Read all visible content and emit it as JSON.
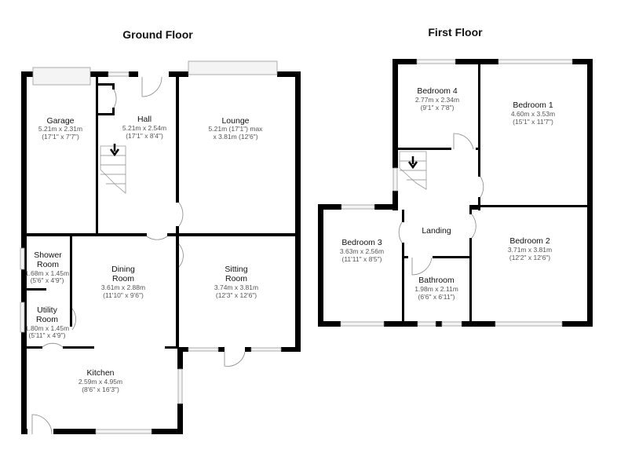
{
  "floors": [
    {
      "title": "Ground Floor",
      "rooms": [
        {
          "name": "Garage",
          "dim1": "5.21m x 2.31m",
          "dim2": "(17'1\" x 7'7\")"
        },
        {
          "name": "Hall",
          "dim1": "5.21m x 2.54m",
          "dim2": "(17'1\" x 8'4\")"
        },
        {
          "name": "Lounge",
          "dim1": "5.21m (17'1\") max",
          "dim2": "x 3.81m (12'6\")"
        },
        {
          "name": "Shower",
          "name2": "Room",
          "dim1": "1.68m x 1.45m",
          "dim2": "(5'6\" x 4'9\")"
        },
        {
          "name": "Dining",
          "name2": "Room",
          "dim1": "3.61m x 2.88m",
          "dim2": "(11'10\" x 9'6\")"
        },
        {
          "name": "Sitting",
          "name2": "Room",
          "dim1": "3.74m x 3.81m",
          "dim2": "(12'3\" x 12'6\")"
        },
        {
          "name": "Utility",
          "name2": "Room",
          "dim1": "1.80m x 1.45m",
          "dim2": "(5'11\" x 4'9\")"
        },
        {
          "name": "Kitchen",
          "dim1": "2.59m x 4.95m",
          "dim2": "(8'6\" x 16'3\")"
        }
      ]
    },
    {
      "title": "First Floor",
      "rooms": [
        {
          "name": "Bedroom 4",
          "dim1": "2.77m x 2.34m",
          "dim2": "(9'1\" x 7'8\")"
        },
        {
          "name": "Bedroom 1",
          "dim1": "4.60m x 3.53m",
          "dim2": "(15'1\" x 11'7\")"
        },
        {
          "name": "Landing"
        },
        {
          "name": "Bedroom 3",
          "dim1": "3.63m x 2.56m",
          "dim2": "(11'11\" x 8'5\")"
        },
        {
          "name": "Bedroom 2",
          "dim1": "3.71m x 3.81m",
          "dim2": "(12'2\" x 12'6\")"
        },
        {
          "name": "Bathroom",
          "dim1": "1.98m x 2.11m",
          "dim2": "(6'6\" x 6'11\")"
        }
      ]
    }
  ]
}
